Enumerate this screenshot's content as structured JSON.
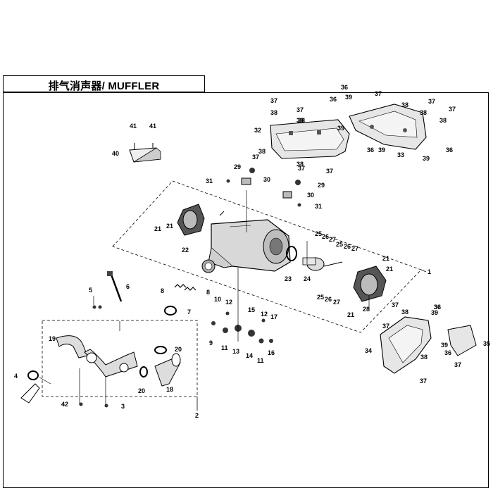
{
  "title": "排气消声器/ MUFFLER",
  "callouts": {
    "c1": "1",
    "c2": "2",
    "c3": "3",
    "c4": "4",
    "c5": "5",
    "c6": "6",
    "c7": "7",
    "c8a": "8",
    "c8b": "8",
    "c9": "9",
    "c10": "10",
    "c11a": "11",
    "c11b": "11",
    "c12a": "12",
    "c12b": "12",
    "c13": "13",
    "c14": "14",
    "c15": "15",
    "c16": "16",
    "c17": "17",
    "c18": "18",
    "c19": "19",
    "c20a": "20",
    "c20b": "20",
    "c21a": "21",
    "c21b": "21",
    "c21c": "21",
    "c21d": "21",
    "c21e": "21",
    "c22": "22",
    "c23": "23",
    "c24": "24",
    "c25a": "25",
    "c25b": "25",
    "c25c": "25",
    "c26a": "26",
    "c26b": "26",
    "c26c": "26",
    "c27a": "27",
    "c27b": "27",
    "c27c": "27",
    "c28": "28",
    "c29a": "29",
    "c29b": "29",
    "c30a": "30",
    "c30b": "30",
    "c31a": "31",
    "c31b": "31",
    "c32": "32",
    "c33": "33",
    "c34": "34",
    "c35": "35",
    "c36a": "36",
    "c36b": "36",
    "c36c": "36",
    "c36d": "36",
    "c36e": "36",
    "c36f": "36",
    "c36g": "36",
    "c37a": "37",
    "c37b": "37",
    "c37c": "37",
    "c37d": "37",
    "c37e": "37",
    "c37f": "37",
    "c37g": "37",
    "c37h": "37",
    "c37i": "37",
    "c37j": "37",
    "c37k": "37",
    "c37l": "37",
    "c38a": "38",
    "c38b": "38",
    "c38c": "38",
    "c38d": "38",
    "c38e": "38",
    "c38f": "38",
    "c38g": "38",
    "c38h": "38",
    "c38i": "38",
    "c38j": "38",
    "c39a": "39",
    "c39b": "39",
    "c39c": "39",
    "c39d": "39",
    "c39e": "39",
    "c39f": "39",
    "c40": "40",
    "c41a": "41",
    "c41b": "41",
    "c42": "42"
  },
  "colors": {
    "line": "#000000",
    "part_fill": "#e8e8e8",
    "part_dark": "#555555"
  }
}
